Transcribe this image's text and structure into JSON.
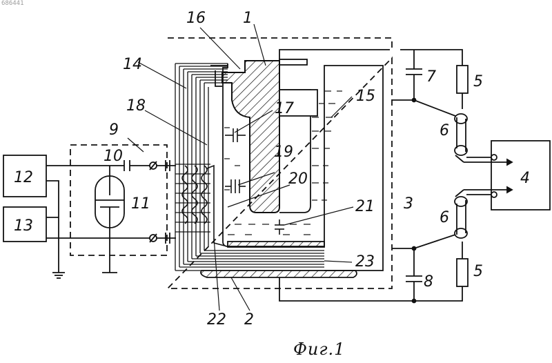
{
  "document": {
    "id": "686441",
    "caption": "Фиг.1"
  },
  "labels": {
    "l1": "1",
    "l2": "2",
    "l3": "3",
    "l4": "4",
    "l5a": "5",
    "l5b": "5",
    "l6a": "6",
    "l6b": "6",
    "l7": "7",
    "l8": "8",
    "l9": "9",
    "l10": "10",
    "l11": "11",
    "l12": "12",
    "l13": "13",
    "l14": "14",
    "l15": "15",
    "l16": "16",
    "l17": "17",
    "l18": "18",
    "l19": "19",
    "l20": "20",
    "l21": "21",
    "l22": "22",
    "l23": "23"
  },
  "colors": {
    "ink": "#111111",
    "paper": "#ffffff"
  }
}
